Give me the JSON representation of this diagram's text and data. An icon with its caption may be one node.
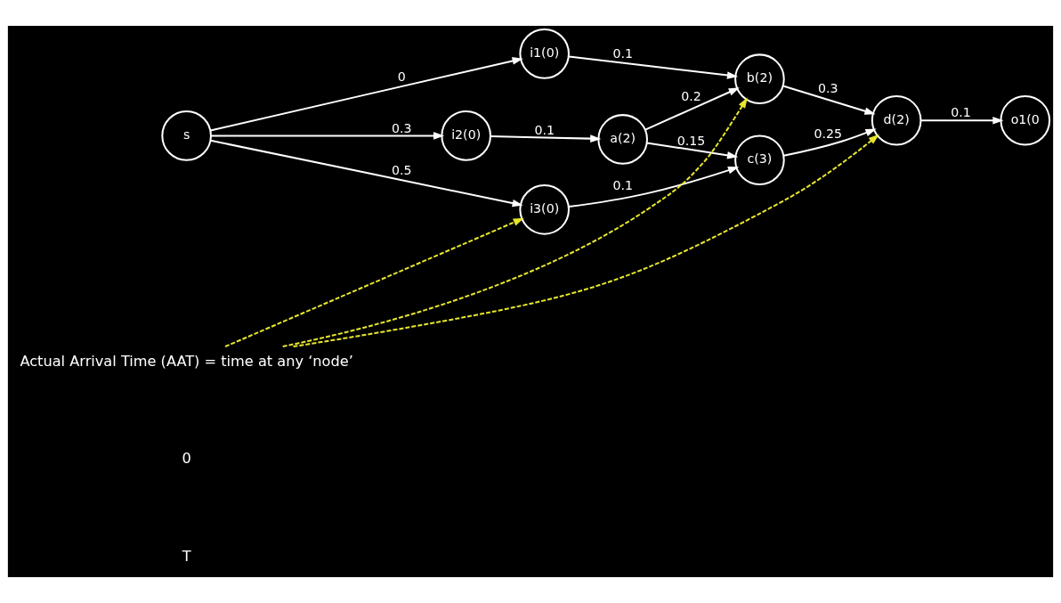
{
  "diagram": {
    "nodes": [
      {
        "text": [
          "s"
        ]
      },
      {
        "text": [
          "i1(0)"
        ]
      },
      {
        "text": [
          "i2(0)"
        ]
      },
      {
        "text": [
          "i3(0)"
        ]
      },
      {
        "text": [
          "a(2)"
        ]
      },
      {
        "text": [
          "b(2)"
        ]
      },
      {
        "text": [
          "c(3)"
        ]
      },
      {
        "text": [
          "d(2)"
        ]
      },
      {
        "text": [
          "o1(0"
        ]
      },
      {
        "text": [
          "Actual Arrival Time (AAT) = time at any ‘node’"
        ]
      }
    ],
    "edges": [
      {
        "from": 0,
        "to": 1,
        "arrow": "to",
        "label": "0"
      },
      {
        "from": 0,
        "to": 2,
        "arrow": "to",
        "label": "0.3"
      },
      {
        "from": 0,
        "to": 3,
        "arrow": "to",
        "label": "0.5"
      },
      {
        "from": 1,
        "to": 5,
        "arrow": "to",
        "label": "0.1"
      },
      {
        "from": 2,
        "to": 4,
        "arrow": "to",
        "label": "0.1"
      },
      {
        "from": 4,
        "to": 5,
        "arrow": "to",
        "label": "0.2"
      },
      {
        "from": 4,
        "to": 6,
        "arrow": "to",
        "label": "0.15"
      },
      {
        "from": 3,
        "to": 6,
        "arrow": "to",
        "label": "0.1"
      },
      {
        "from": 5,
        "to": 7,
        "arrow": "to",
        "label": "0.3"
      },
      {
        "from": 6,
        "to": 7,
        "arrow": "to",
        "label": "0.25"
      },
      {
        "from": 7,
        "to": 8,
        "arrow": "to",
        "label": "0.1"
      },
      {
        "from": 9,
        "to": 3,
        "arrow": "to",
        "style": "dashed",
        "color": "#e6e62e"
      },
      {
        "from": 9,
        "to": 5,
        "arrow": "to",
        "style": "dashed",
        "color": "#e6e62e"
      },
      {
        "from": 9,
        "to": 7,
        "arrow": "to",
        "style": "dashed",
        "color": "#e6e62e"
      }
    ],
    "labels": [
      "0",
      "T"
    ]
  }
}
